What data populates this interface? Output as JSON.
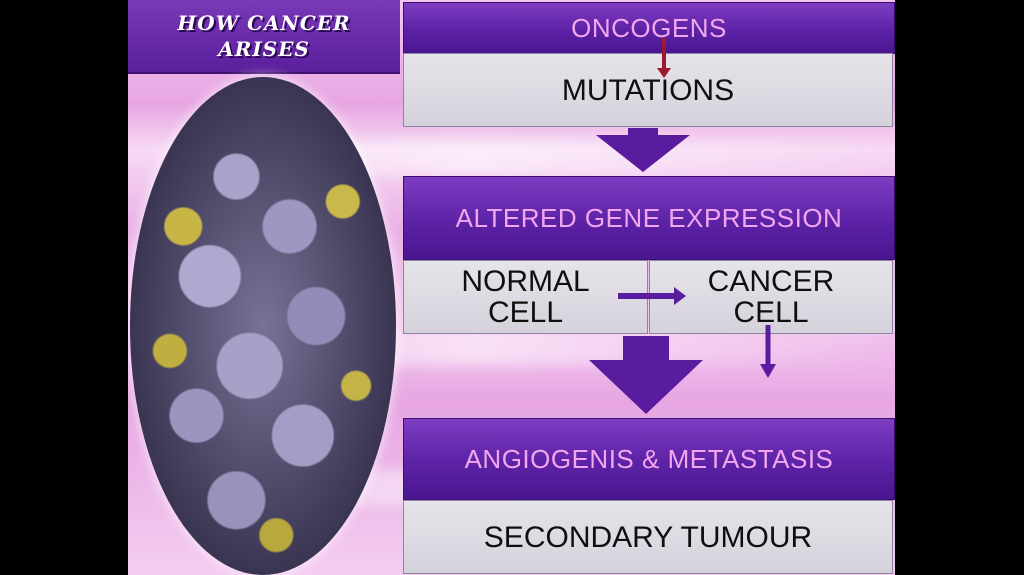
{
  "title": "HOW CANCER ARISES",
  "image": {
    "subject": "cancer cells micrograph"
  },
  "flow": {
    "oncogens": "ONCOGENS",
    "mutations": "MUTATIONS",
    "altered_gene_expression": "ALTERED GENE EXPRESSION",
    "normal_cell": "NORMAL CELL",
    "cancer_cell": "CANCER CELL",
    "angiogenesis_metastasis": "ANGIOGENIS & METASTASIS",
    "secondary_tumour": "SECONDARY TUMOUR"
  },
  "colors": {
    "header_purple": "#5c22a6",
    "header_text": "#f1a6ee",
    "arrow_purple": "#5a1c9e",
    "box_gray": "#dcd8e2"
  }
}
